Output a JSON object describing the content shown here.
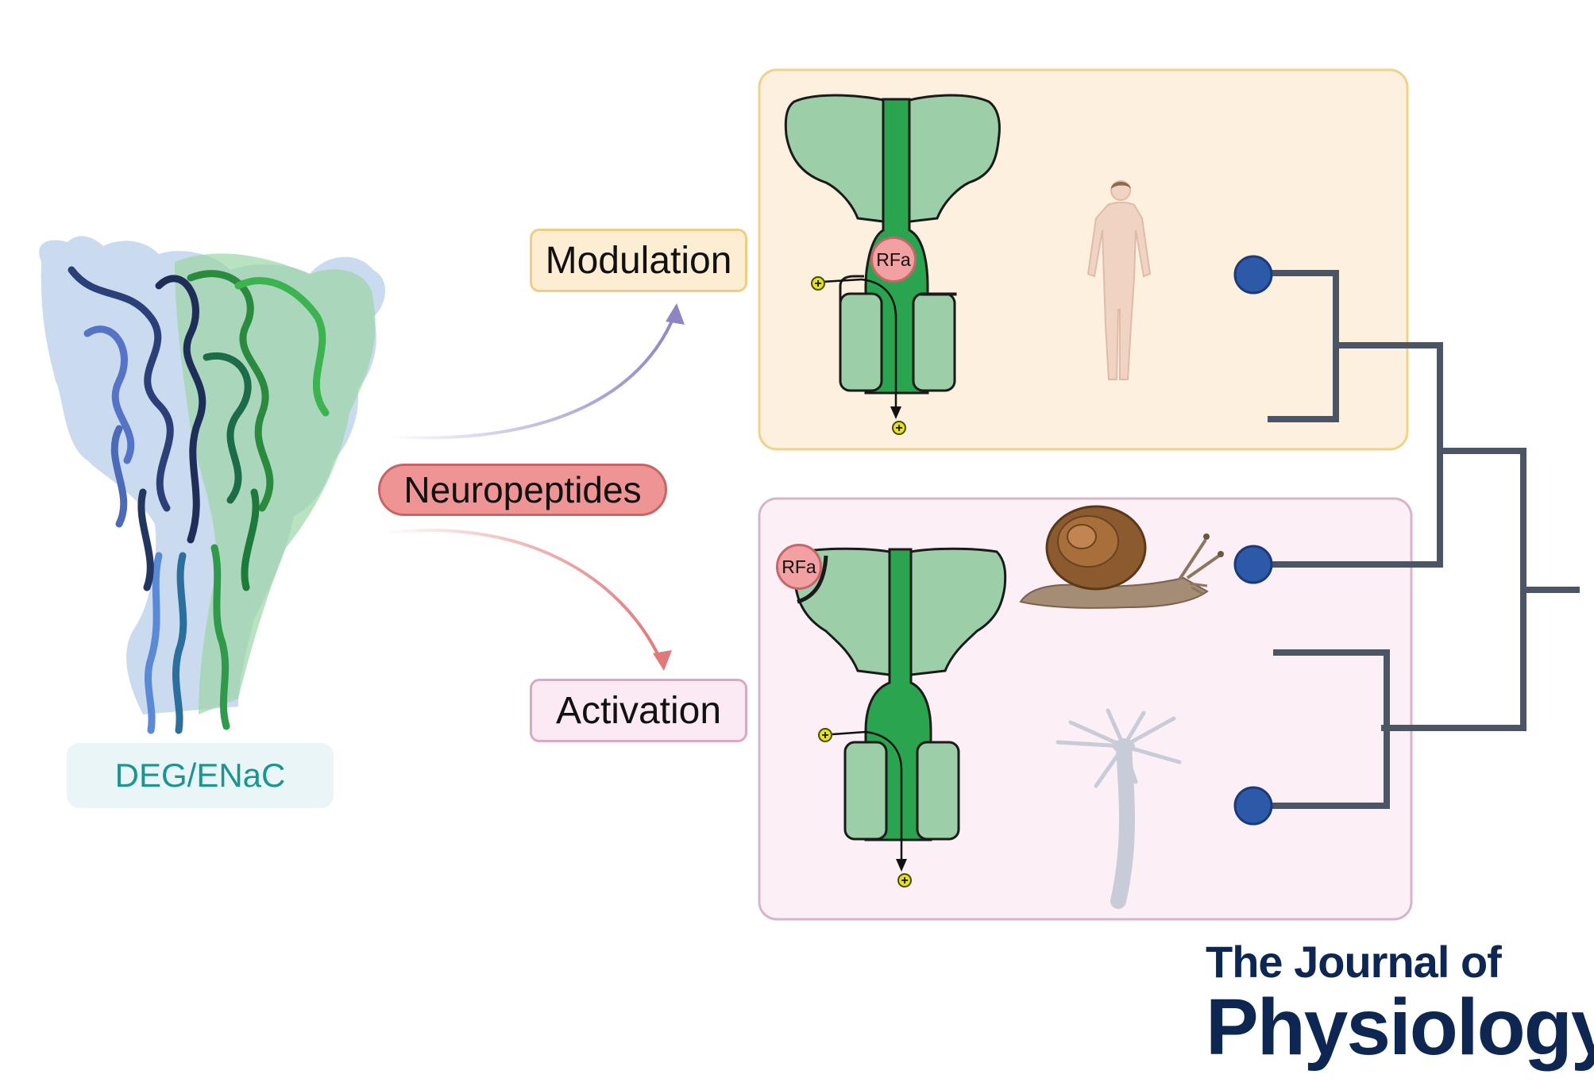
{
  "labels": {
    "protein": "DEG/ENaC",
    "neuropeptides": "Neuropeptides",
    "modulation": "Modulation",
    "activation": "Activation",
    "ligand_top": "RFa",
    "ligand_bottom": "RFa"
  },
  "ion_symbol": "+",
  "journal": {
    "line1": "The Journal of",
    "line2": "Physiology"
  },
  "organisms": [
    {
      "name": "human-icon"
    },
    {
      "name": "snail-icon"
    },
    {
      "name": "hydra-icon"
    }
  ],
  "colors": {
    "modulation_panel": "#fdf0de",
    "activation_panel": "#fcf0f6",
    "channel": "#9ccfa8",
    "pore": "#2aa44f",
    "tree": "#4b5566",
    "node": "#2d5aa8",
    "journal": "#0d2752"
  }
}
